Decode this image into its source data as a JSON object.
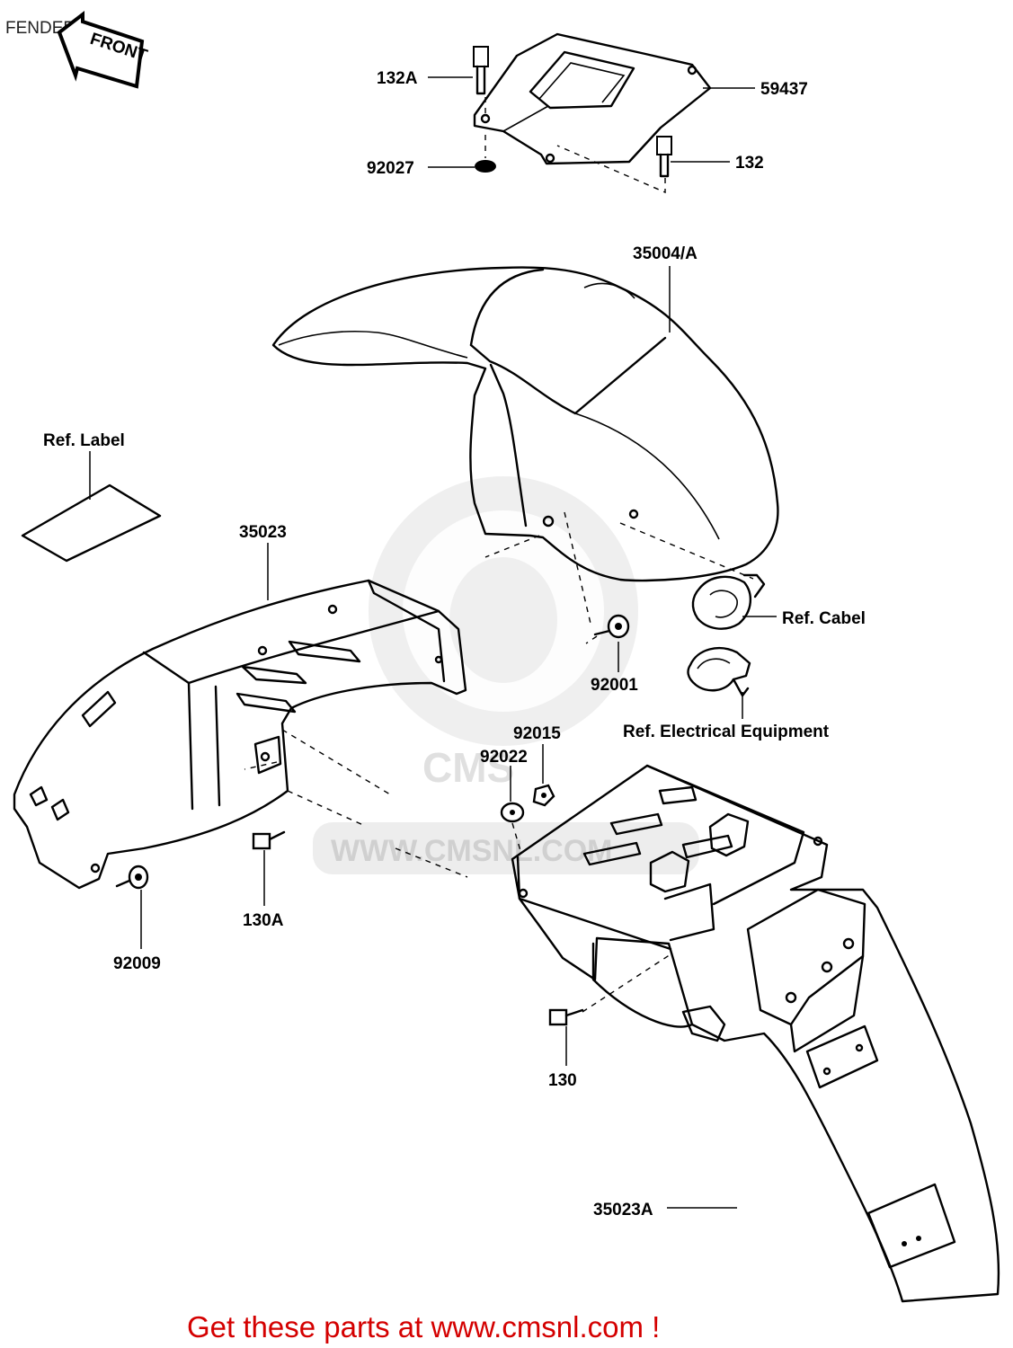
{
  "title": "FENDER",
  "front_badge": "FRONT",
  "watermark": {
    "logo_text": "CMS",
    "url": "WWW.CMSNL.COM",
    "color": "#e0e0e0"
  },
  "callouts": {
    "c132A": "132A",
    "c59437": "59437",
    "c92027": "92027",
    "c132": "132",
    "c35004A": "35004/A",
    "refLabel": "Ref. Label",
    "c35023": "35023",
    "refCabel": "Ref. Cabel",
    "c92001": "92001",
    "refElectrical": "Ref. Electrical Equipment",
    "c92015": "92015",
    "c92022": "92022",
    "c130A": "130A",
    "c92009": "92009",
    "c130": "130",
    "c35023A": "35023A"
  },
  "footer": {
    "text": "Get these parts at www.cmsnl.com !",
    "color": "#d40000"
  }
}
